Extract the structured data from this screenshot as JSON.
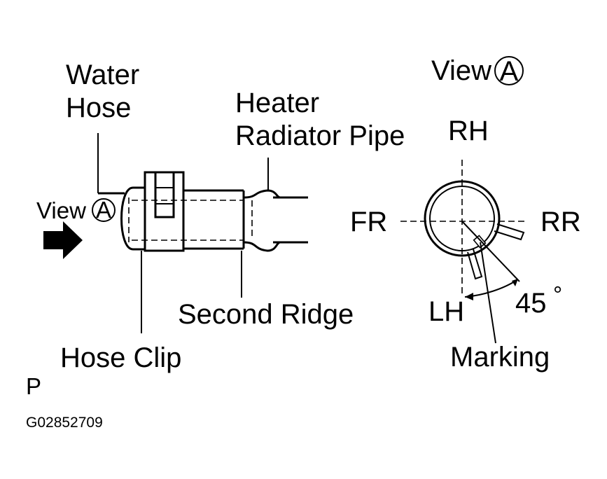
{
  "labels": {
    "water_hose_line1": "Water",
    "water_hose_line2": "Hose",
    "heater_pipe_line1": "Heater",
    "heater_pipe_line2": "Radiator Pipe",
    "view_left": "View",
    "view_left_circle": "A",
    "second_ridge": "Second Ridge",
    "hose_clip": "Hose Clip",
    "view_right": "View",
    "view_right_circle": "A",
    "rh": "RH",
    "fr": "FR",
    "rr": "RR",
    "lh": "LH",
    "angle": "45",
    "degree": "°",
    "marking": "Marking",
    "p": "P",
    "figure_code": "G02852709"
  }
}
